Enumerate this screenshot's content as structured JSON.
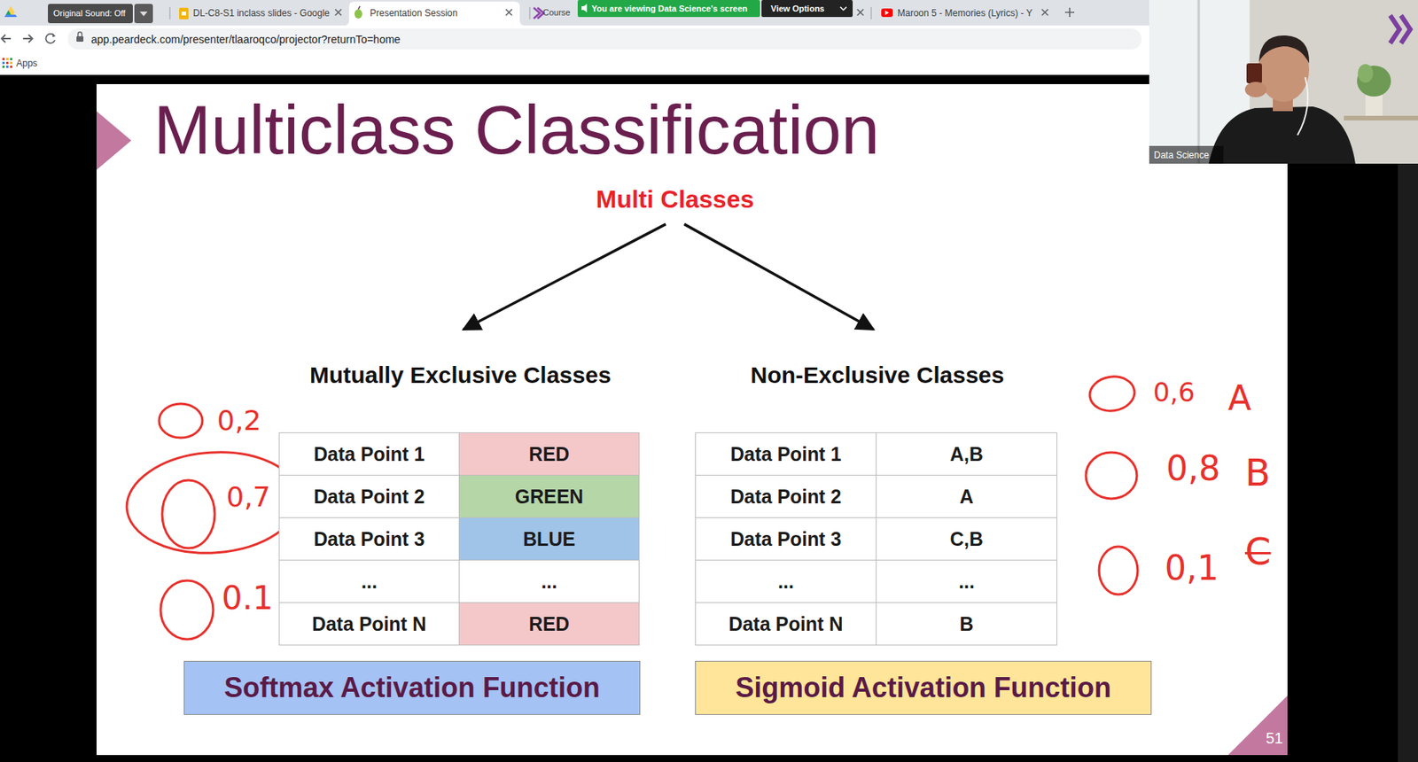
{
  "diagram": {
    "title": "Multiclass Classification",
    "nodes": [
      {
        "text": [
          "Multi Classes"
        ]
      },
      {
        "text": [
          "Mutually Exclusive Classes"
        ]
      },
      {
        "text": [
          "Non-Exclusive Classes"
        ]
      },
      {
        "text": [
          "Softmax Activation Function"
        ]
      },
      {
        "text": [
          "Sigmoid Activation Function"
        ]
      }
    ],
    "edges": [
      {
        "from": 0,
        "to": 1,
        "arrow": "to"
      },
      {
        "from": 0,
        "to": 2,
        "arrow": "to"
      }
    ],
    "labels": [
      "Data Point 1",
      "RED",
      "Data Point 2",
      "GREEN",
      "Data Point 3",
      "BLUE",
      "...",
      "...",
      "Data Point N",
      "RED",
      "Data Point 1",
      "A,B",
      "Data Point 2",
      "A",
      "Data Point 3",
      "C,B",
      "...",
      "...",
      "Data Point N",
      "B",
      "0,2",
      "0,7",
      "0.1",
      "0,6",
      "A",
      "0,8",
      "B",
      "0,1",
      "C",
      "51",
      "Original Sound: Off",
      "DL-C8-S1 inclass slides - Google",
      "Presentation Session",
      "Course",
      "You are viewing Data Science's screen",
      "View Options",
      "Maroon 5 - Memories (Lyrics) - Y",
      "app.peardeck.com/presenter/tlaaroqco/projector?returnTo=home",
      "Apps",
      "Data Science"
    ]
  }
}
